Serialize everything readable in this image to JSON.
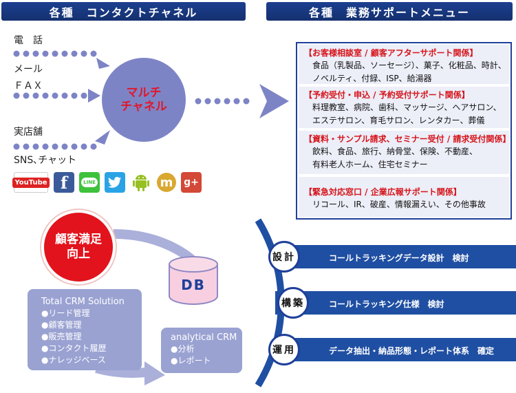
{
  "headers": {
    "left": "各種　コンタクトチャネル",
    "right": "各種　業務サポートメニュー"
  },
  "channels": {
    "phone": "電　話",
    "mail": "メール",
    "fax": "ＦＡＸ",
    "store": "実店舗",
    "sns": "SNS､チャット"
  },
  "hub": {
    "line1": "マルチ",
    "line2": "チャネル"
  },
  "social_icons": {
    "youtube": "YouTube",
    "facebook": "f",
    "line": "LINE",
    "twitter": "twitter-icon",
    "android": "android-icon",
    "mixi": "m",
    "googleplus": "g+"
  },
  "menu": [
    {
      "title": "【お客様相談室 / 顧客アフターサポート関係】",
      "lines": [
        "食品（乳製品、ソーセージ）、菓子、化粧品、時計、",
        "ノベルティ、付録、ISP、給湯器"
      ]
    },
    {
      "title": "【予約受付・申込 / 予約受付サポート関係】",
      "lines": [
        "料理教室、病院、歯科、マッサージ、ヘアサロン、",
        "エステサロン、育毛サロン、レンタカー、葬儀"
      ]
    },
    {
      "title": "【資料・サンプル請求、セミナー受付 / 請求受付関係】",
      "lines": [
        "飲料、食品、旅行、納骨堂、保険、不動産、",
        "有料老人ホーム、住宅セミナー"
      ]
    },
    {
      "title": "【緊急対応窓口 / 企業広報サポート関係】",
      "lines": [
        "リコール、IR、破産、情報漏えい、その他事故"
      ]
    }
  ],
  "satisfaction": {
    "line1": "顧客満足",
    "line2": "向上"
  },
  "db": "DB",
  "total_crm": {
    "title": "Total CRM Solution",
    "items": [
      "●リード管理",
      "●顧客管理",
      "●販売管理",
      "●コンタクト履歴",
      "●ナレッジベース"
    ]
  },
  "analytical_crm": {
    "title": "analytical CRM",
    "items": [
      "●分析",
      "●レポート"
    ]
  },
  "steps": [
    {
      "label": "設計",
      "text": "コールトラッキングデータ設計　検討"
    },
    {
      "label": "構築",
      "text": "コールトラッキング仕様　検討"
    },
    {
      "label": "運用",
      "text": "データ抽出・納品形態・レポート体系　確定"
    }
  ],
  "colors": {
    "header_blue": "#1c3f8f",
    "hub_purple": "#7d84c6",
    "accent_red": "#e2131c",
    "bar_blue": "#1f4fa3",
    "crm_box": "#9aa2d2"
  }
}
